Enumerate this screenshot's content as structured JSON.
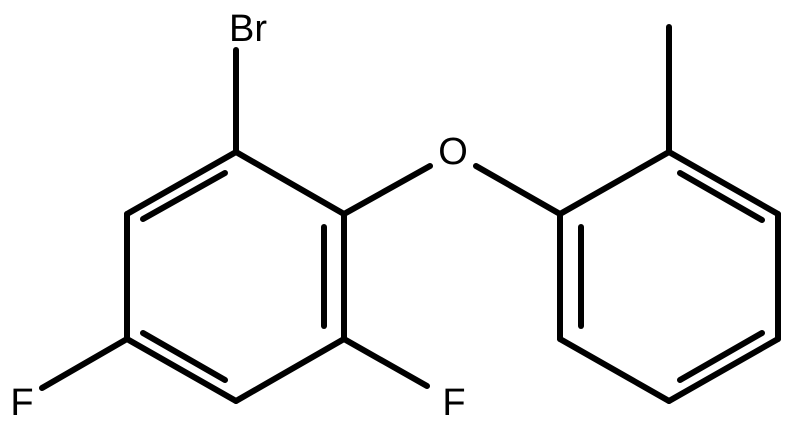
{
  "molecule": {
    "atom_labels": {
      "br": "Br",
      "o": "O",
      "f_left": "F",
      "f_right": "F"
    }
  }
}
